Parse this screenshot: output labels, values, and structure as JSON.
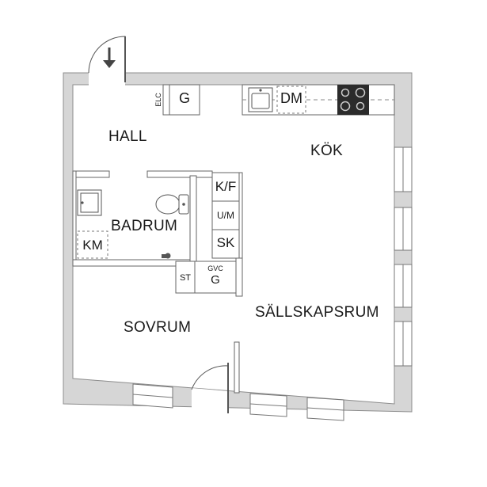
{
  "rooms": {
    "hall": "HALL",
    "kok": "KÖK",
    "badrum": "BADRUM",
    "sovrum": "SOVRUM",
    "sallskapsrum": "SÄLLSKAPSRUM"
  },
  "fixtures": {
    "elc": "ELC",
    "g_hall": "G",
    "dm": "DM",
    "kf": "K/F",
    "um": "U/M",
    "sk": "SK",
    "km": "KM",
    "st": "ST",
    "gvc": "GVC",
    "g_gvc": "G"
  },
  "colors": {
    "wall_fill": "#d6d6d6",
    "wall_stroke": "#8c8c8c",
    "line": "#555555",
    "stove": "#2b2b2b"
  }
}
